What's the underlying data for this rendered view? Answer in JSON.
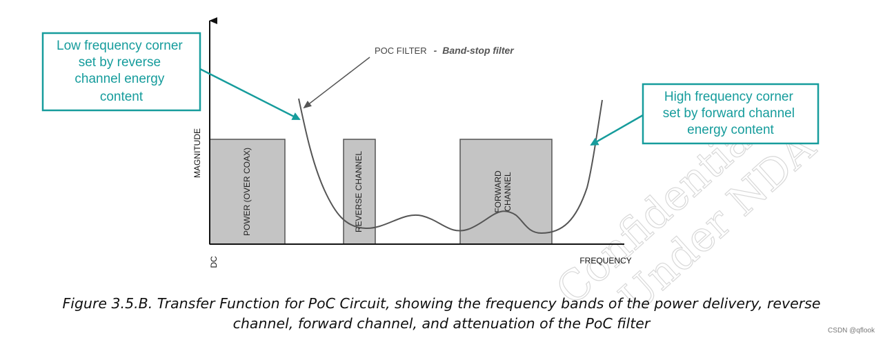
{
  "callouts": {
    "low": [
      "Low frequency corner",
      "set by reverse",
      "channel energy",
      "content"
    ],
    "high": [
      "High frequency corner",
      "set by forward channel",
      "energy content"
    ]
  },
  "filter": {
    "name": "POC FILTER",
    "dash": "-",
    "type": "Band-stop filter"
  },
  "axes": {
    "y_label": "MAGNITUDE",
    "x_label": "FREQUENCY",
    "origin_label": "DC"
  },
  "bands": {
    "power": "POWER (OVER COAX)",
    "reverse": "REVERSE CHANNEL",
    "forward_1": "FORWARD",
    "forward_2": "CHANNEL"
  },
  "watermark": [
    "Confidential,",
    "Under NDA"
  ],
  "caption": {
    "line1": "Figure 3.5.B. Transfer Function for PoC Circuit, showing the frequency bands of the power delivery, reverse",
    "line2": "channel, forward channel, and attenuation of the PoC filter"
  },
  "credit": "CSDN @qflook",
  "colors": {
    "callout": "#169c9c",
    "band_fill": "#c4c4c4",
    "band_stroke": "#555555",
    "curve": "#555555"
  }
}
